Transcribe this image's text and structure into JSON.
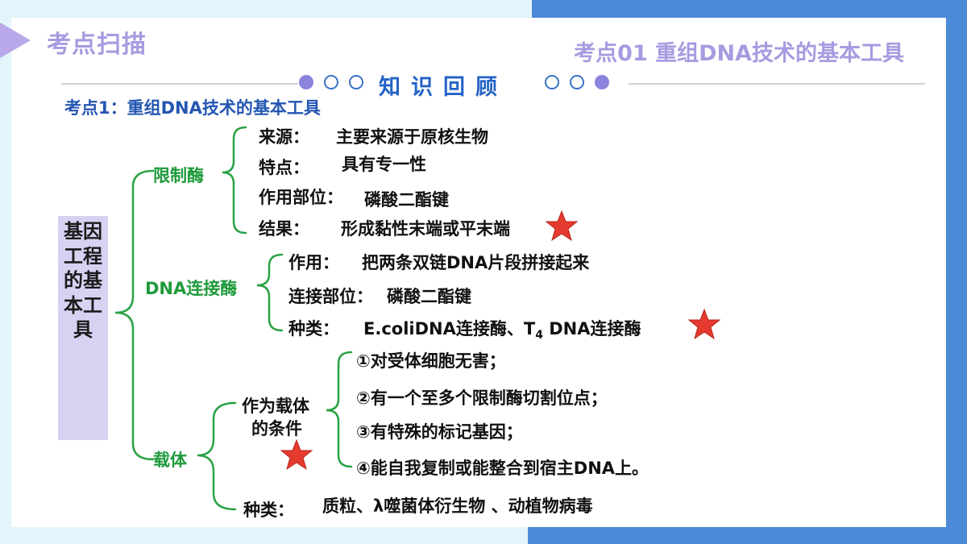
{
  "header": {
    "section_label": "考点扫描",
    "kaodian_title": "考点01  重组DNA技术的基本工具",
    "review_title": "知识回顾"
  },
  "point_heading": "考点1：重组DNA技术的基本工具",
  "root": "基因工程的基本工具",
  "restriction": {
    "name": "限制酶",
    "source_label": "来源：",
    "source_value": "主要来源于原核生物",
    "feature_label": "特点：",
    "feature_value": "具有专一性",
    "site_label": "作用部位：",
    "site_value": "磷酸二酯键",
    "result_label": "结果：",
    "result_value": "形成黏性末端或平末端"
  },
  "ligase": {
    "name": "DNA连接酶",
    "function_label": "作用：",
    "function_value": "把两条双链DNA片段拼接起来",
    "site_label": "连接部位：",
    "site_value": "磷酸二酯键",
    "kind_label": "种类：",
    "kind_value_a": "E.coliDNA连接酶、T",
    "kind_sub": "4",
    "kind_value_b": " DNA连接酶"
  },
  "vector": {
    "name": "载体",
    "condition_title_1": "作为载体",
    "condition_title_2": "的条件",
    "conditions": [
      "①对受体细胞无害；",
      "②有一个至多个限制酶切割位点；",
      "③有特殊的标记基因；",
      "④能自我复制或能整合到宿主DNA上。"
    ],
    "kind_label": "种类：",
    "kind_value": "质粒、λ噬菌体衍生物 、动植物病毒"
  },
  "colors": {
    "accent_purple": "#a79be0",
    "heading_blue": "#2456b2",
    "branch_green": "#1f9a3b",
    "star_red": "#e53a2f",
    "frame_blue": "#4a8ad6"
  },
  "icons": [
    "star-icon",
    "triangle-arrow-icon",
    "dot-icon"
  ]
}
